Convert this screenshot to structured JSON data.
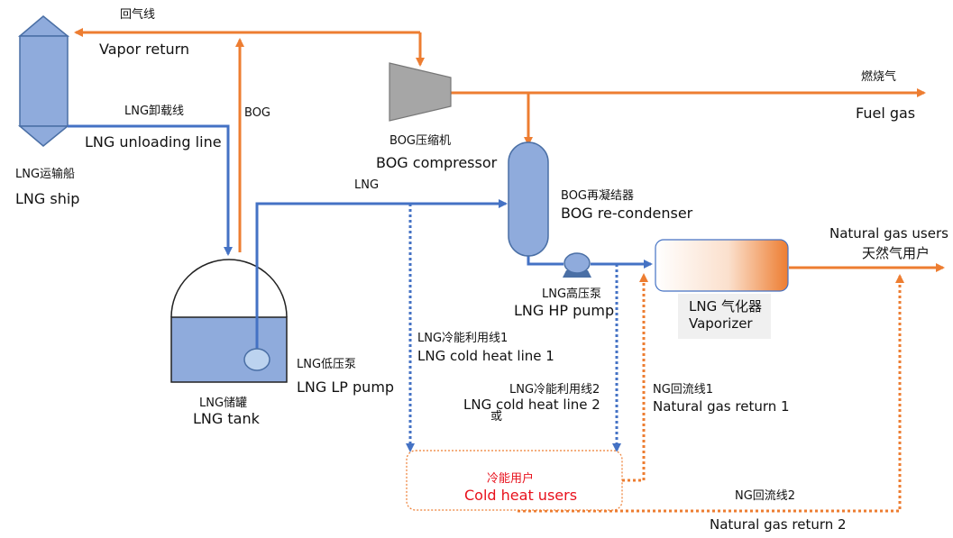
{
  "labels": {
    "vapor_return_cn": "回气线",
    "vapor_return_en": "Vapor return",
    "unloading_cn": "LNG卸载线",
    "unloading_en": "LNG unloading line",
    "bog": "BOG",
    "ship_cn": "LNG运输船",
    "ship_en": "LNG ship",
    "lng": "LNG",
    "tank_cn": "LNG储罐",
    "tank_en": "LNG tank",
    "lp_pump_cn": "LNG低压泵",
    "lp_pump_en": "LNG LP pump",
    "compressor_cn": "BOG压缩机",
    "compressor_en": "BOG compressor",
    "fuel_cn": "燃烧气",
    "fuel_en": "Fuel gas",
    "recond_cn": "BOG再凝结器",
    "recond_en": "BOG re-condenser",
    "hp_pump_cn": "LNG高压泵",
    "hp_pump_en": "LNG HP pump",
    "vaporizer_cn": "LNG 气化器",
    "vaporizer_en": "Vaporizer",
    "ng_users_en": "Natural gas users",
    "ng_users_cn": "天然气用户",
    "cold1_cn": "LNG冷能利用线1",
    "cold1_en": "LNG cold heat line 1",
    "cold2_cn": "LNG冷能利用线2",
    "cold2_en": "LNG cold heat line 2",
    "or_cn": "或",
    "ngr1_cn": "NG回流线1",
    "ngr1_en": "Natural gas return 1",
    "cold_users_cn": "冷能用户",
    "cold_users_en": "Cold heat users",
    "ngr2_cn": "NG回流线2",
    "ngr2_en": "Natural gas return 2"
  },
  "colors": {
    "blue_line": "#4472c4",
    "orange_line": "#ed7d31",
    "equipment_fill": "#8fabdc",
    "equipment_stroke": "#4a6fa5",
    "compressor_fill": "#a6a6a6",
    "cold_users_text": "#e8111c"
  }
}
